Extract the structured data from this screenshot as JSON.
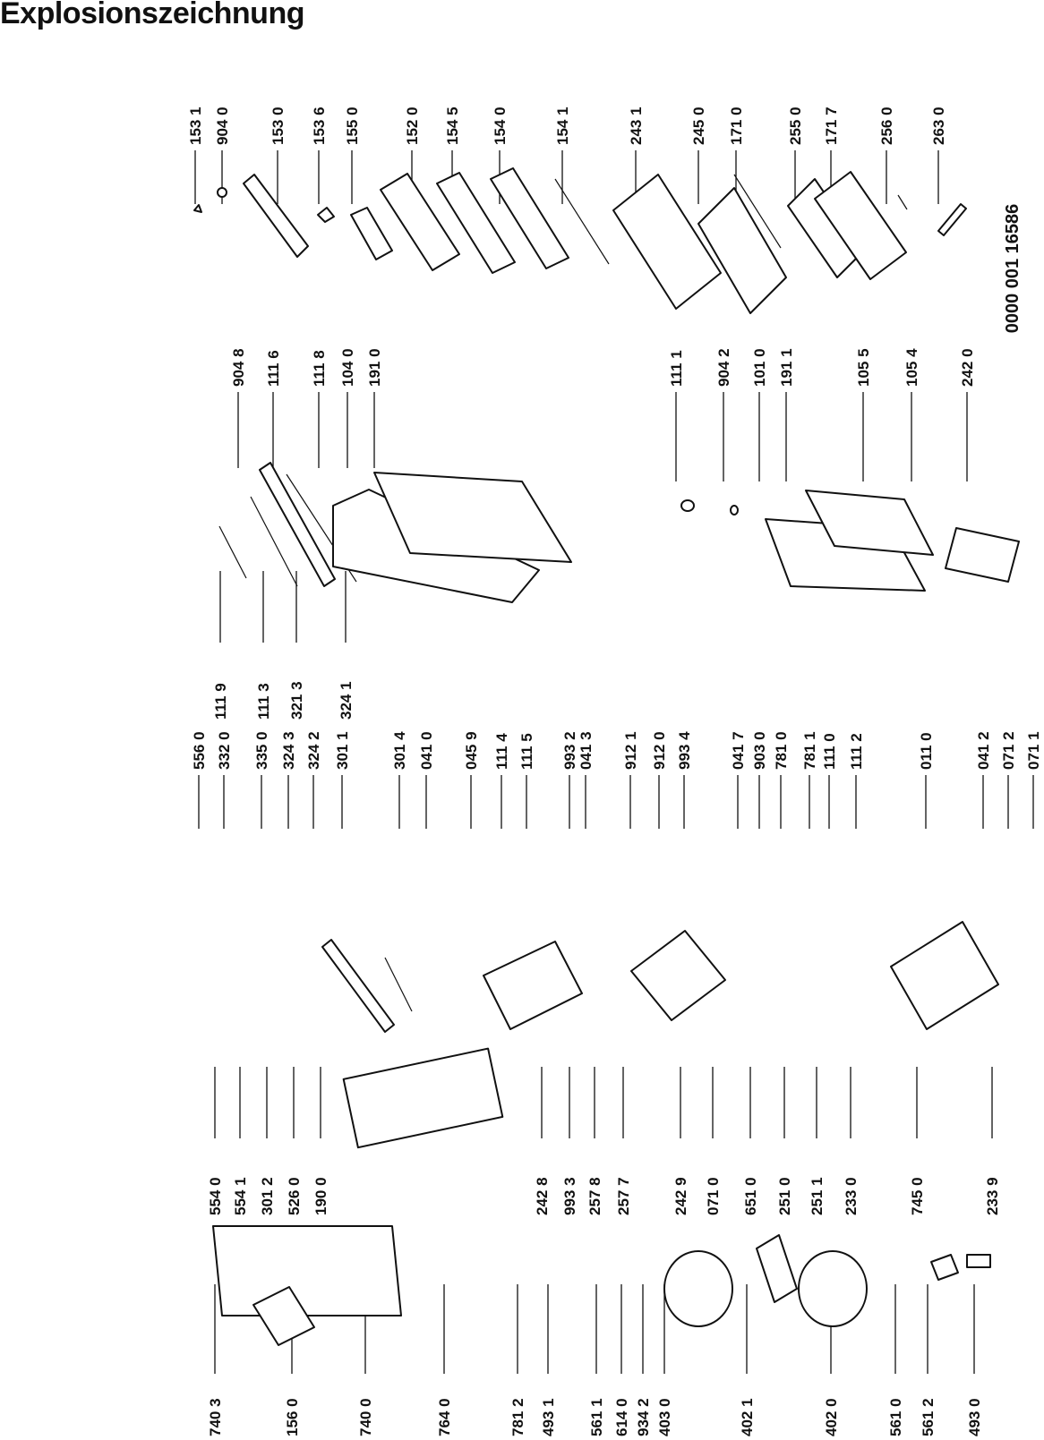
{
  "title": "Explosionszeichnung",
  "drawing_code": "0000 001 16586",
  "parts_top": [
    "153 1",
    "904 0",
    "153 0",
    "153 6",
    "155 0",
    "152 0",
    "154 5",
    "154 0",
    "154 1",
    "243 1",
    "245 0",
    "171 0",
    "255 0",
    "171 7",
    "256 0",
    "263 0"
  ],
  "parts_door_top": [
    "904 8",
    "111 6",
    "111 8",
    "104 0",
    "191 0"
  ],
  "parts_door_bottom": [
    "111 9",
    "111 3",
    "321 3",
    "324 1"
  ],
  "parts_freezer_door": [
    "111 1",
    "904 2",
    "101 0",
    "191 1",
    "105 5",
    "105 4",
    "242 0"
  ],
  "parts_mid_top": [
    "556 0",
    "332 0",
    "335 0",
    "324 3",
    "324 2",
    "301 1",
    "301 4",
    "041 0",
    "045 9",
    "111 4",
    "111 5",
    "993 2",
    "041 3",
    "912 1",
    "912 0",
    "993 4",
    "041 7",
    "903 0",
    "781 0",
    "781 1",
    "111 0",
    "111 2",
    "011 0",
    "041 2",
    "071 2",
    "071 1"
  ],
  "parts_mid_bottom": [
    "554 0",
    "554 1",
    "301 2",
    "526 0",
    "190 0",
    "242 8",
    "993 3",
    "257 8",
    "257 7",
    "242 9",
    "071 0",
    "651 0",
    "251 0",
    "251 1",
    "233 0",
    "745 0",
    "233 9"
  ],
  "parts_bottom": [
    "740 3",
    "156 0",
    "740 0",
    "764 0",
    "781 2",
    "493 1",
    "561 1",
    "614 0",
    "934 2",
    "403 0",
    "402 1",
    "402 0",
    "561 0",
    "561 2",
    "493 0"
  ]
}
